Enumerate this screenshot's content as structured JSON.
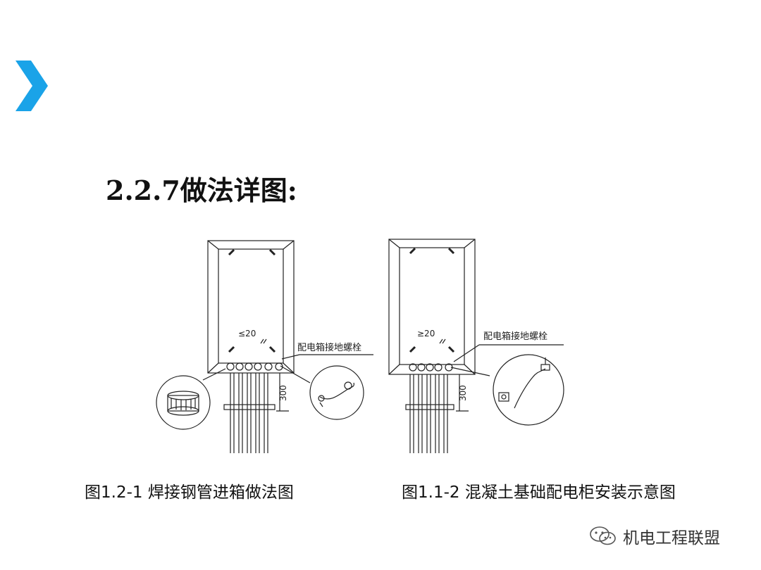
{
  "accent_color": "#1aa3e8",
  "heading": "2.2.7做法详图:",
  "figure1": {
    "dimension_top": "≤20",
    "dimension_side": "300",
    "label": "配电箱接地螺栓",
    "caption": "图1.2-1 焊接钢管进箱做法图"
  },
  "figure2": {
    "dimension_top": "≥20",
    "dimension_side": "300",
    "label": "配电箱接地螺栓",
    "caption": "图1.1-2 混凝土基础配电柜安装示意图"
  },
  "watermark": {
    "icon": "wechat-icon",
    "text": "机电工程联盟"
  }
}
